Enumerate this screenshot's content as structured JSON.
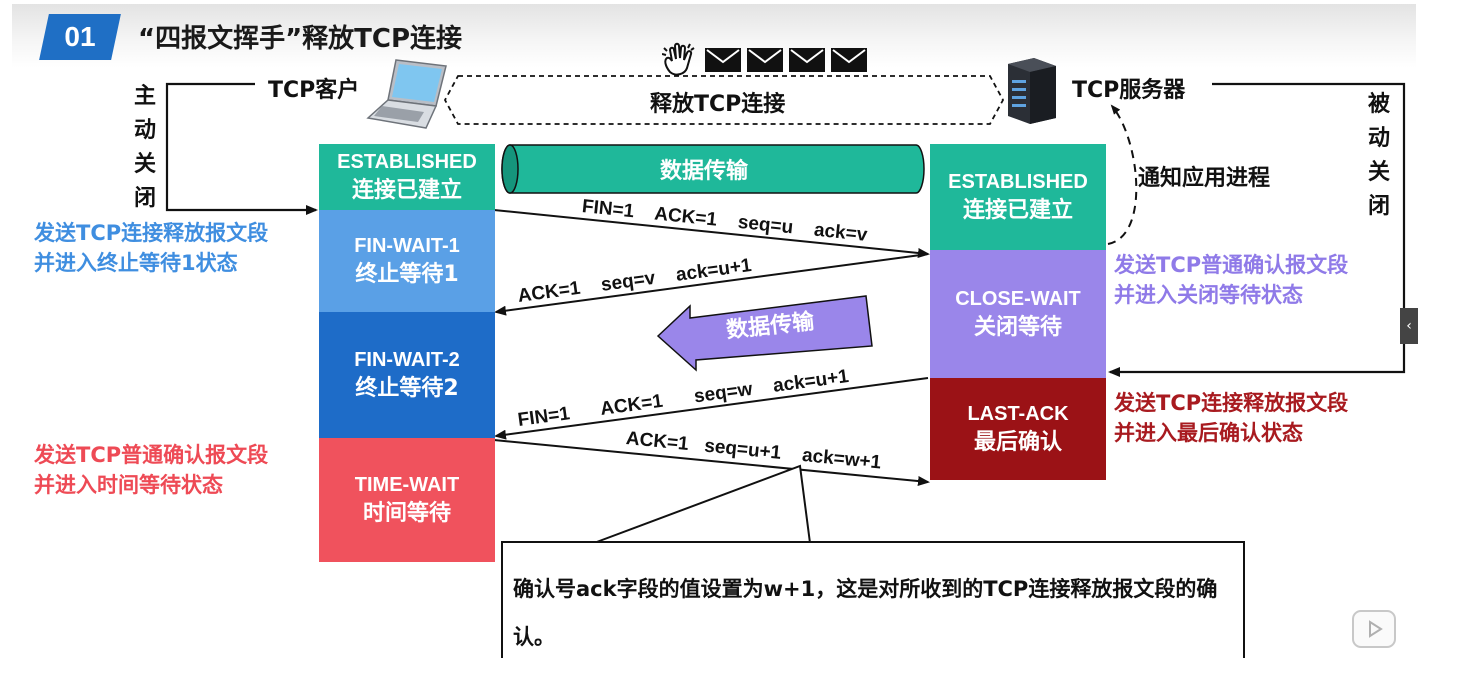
{
  "header": {
    "number": "01",
    "title": "“四报文挥手”释放TCP连接"
  },
  "client_label": "TCP客户",
  "server_label": "TCP服务器",
  "release_label": "释放TCP连接",
  "active_close": "主动关闭",
  "passive_close": "被动关闭",
  "data_transfer_top": "数据传输",
  "data_transfer_mid": "数据传输",
  "notify_app": "通知应用进程",
  "client_states": [
    {
      "en": "ESTABLISHED",
      "cn": "连接已建立",
      "color": "#1fb89a"
    },
    {
      "en": "FIN-WAIT-1",
      "cn": "终止等待1",
      "color": "#5aa0e6"
    },
    {
      "en": "FIN-WAIT-2",
      "cn": "终止等待2",
      "color": "#1e6cc8"
    },
    {
      "en": "TIME-WAIT",
      "cn": "时间等待",
      "color": "#f0525d"
    }
  ],
  "server_states": [
    {
      "en": "ESTABLISHED",
      "cn": "连接已建立",
      "color": "#1fb89a"
    },
    {
      "en": "CLOSE-WAIT",
      "cn": "关闭等待",
      "color": "#9a86ea"
    },
    {
      "en": "LAST-ACK",
      "cn": "最后确认",
      "color": "#9b1216"
    }
  ],
  "left_notes": [
    {
      "lines": [
        "发送TCP连接释放报文段",
        "并进入终止等待1状态"
      ],
      "color": "#3f8ee0"
    },
    {
      "lines": [
        "发送TCP普通确认报文段",
        "并进入时间等待状态"
      ],
      "color": "#ee4a55"
    }
  ],
  "right_notes": [
    {
      "lines": [
        "发送TCP普通确认报文段",
        "并进入关闭等待状态"
      ],
      "color": "#8f7ae8"
    },
    {
      "lines": [
        "发送TCP连接释放报文段",
        "并进入最后确认状态"
      ],
      "color": "#a81a1f"
    }
  ],
  "packets": {
    "p1": [
      "FIN=1",
      "ACK=1",
      "seq=u",
      "ack=v"
    ],
    "p2": [
      "ACK=1",
      "seq=v",
      "ack=u+1"
    ],
    "p3": [
      "FIN=1",
      "ACK=1",
      "seq=w",
      "ack=u+1"
    ],
    "p4": [
      "ACK=1",
      "seq=u+1",
      "ack=w+1"
    ]
  },
  "note_text": "确认号ack字段的值设置为w+1，这是对所收到的TCP连接释放报文段的确认。",
  "icons": [
    "hand-wave-icon",
    "envelope-icon",
    "laptop-icon",
    "server-icon",
    "video-play-icon",
    "chevron-left-icon"
  ]
}
